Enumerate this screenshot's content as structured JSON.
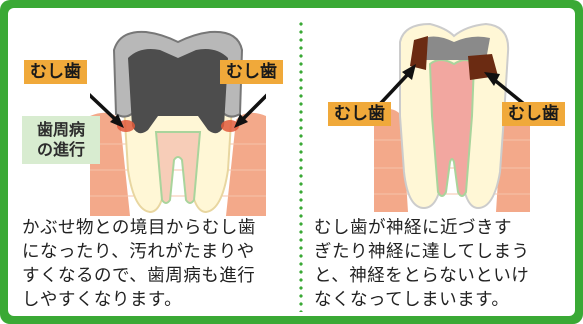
{
  "left_panel": {
    "label_left": "むし歯",
    "label_right": "むし歯",
    "side_label": "歯周病\nの進行",
    "caption": "かぶせ物との境目からむし歯\nになったり、汚れがたまりや\nすくなるので、歯周病も進行\nしやすくなります。"
  },
  "right_panel": {
    "label_left": "むし歯",
    "label_right": "むし歯",
    "caption": "むし歯が神経に近づきす\nぎたり神経に達してしまう\nと、神経をとらないといけ\nなくなってしまいます。"
  },
  "colors": {
    "frame": "#3aa935",
    "label": "#f0a93a",
    "gum": "#f3a98a",
    "tooth": "#fff7d6",
    "pulp": "#f2a7a0",
    "crown_metal": "#b8b8b8",
    "core": "#4d4d4d",
    "cavity": "#6b2b12"
  }
}
